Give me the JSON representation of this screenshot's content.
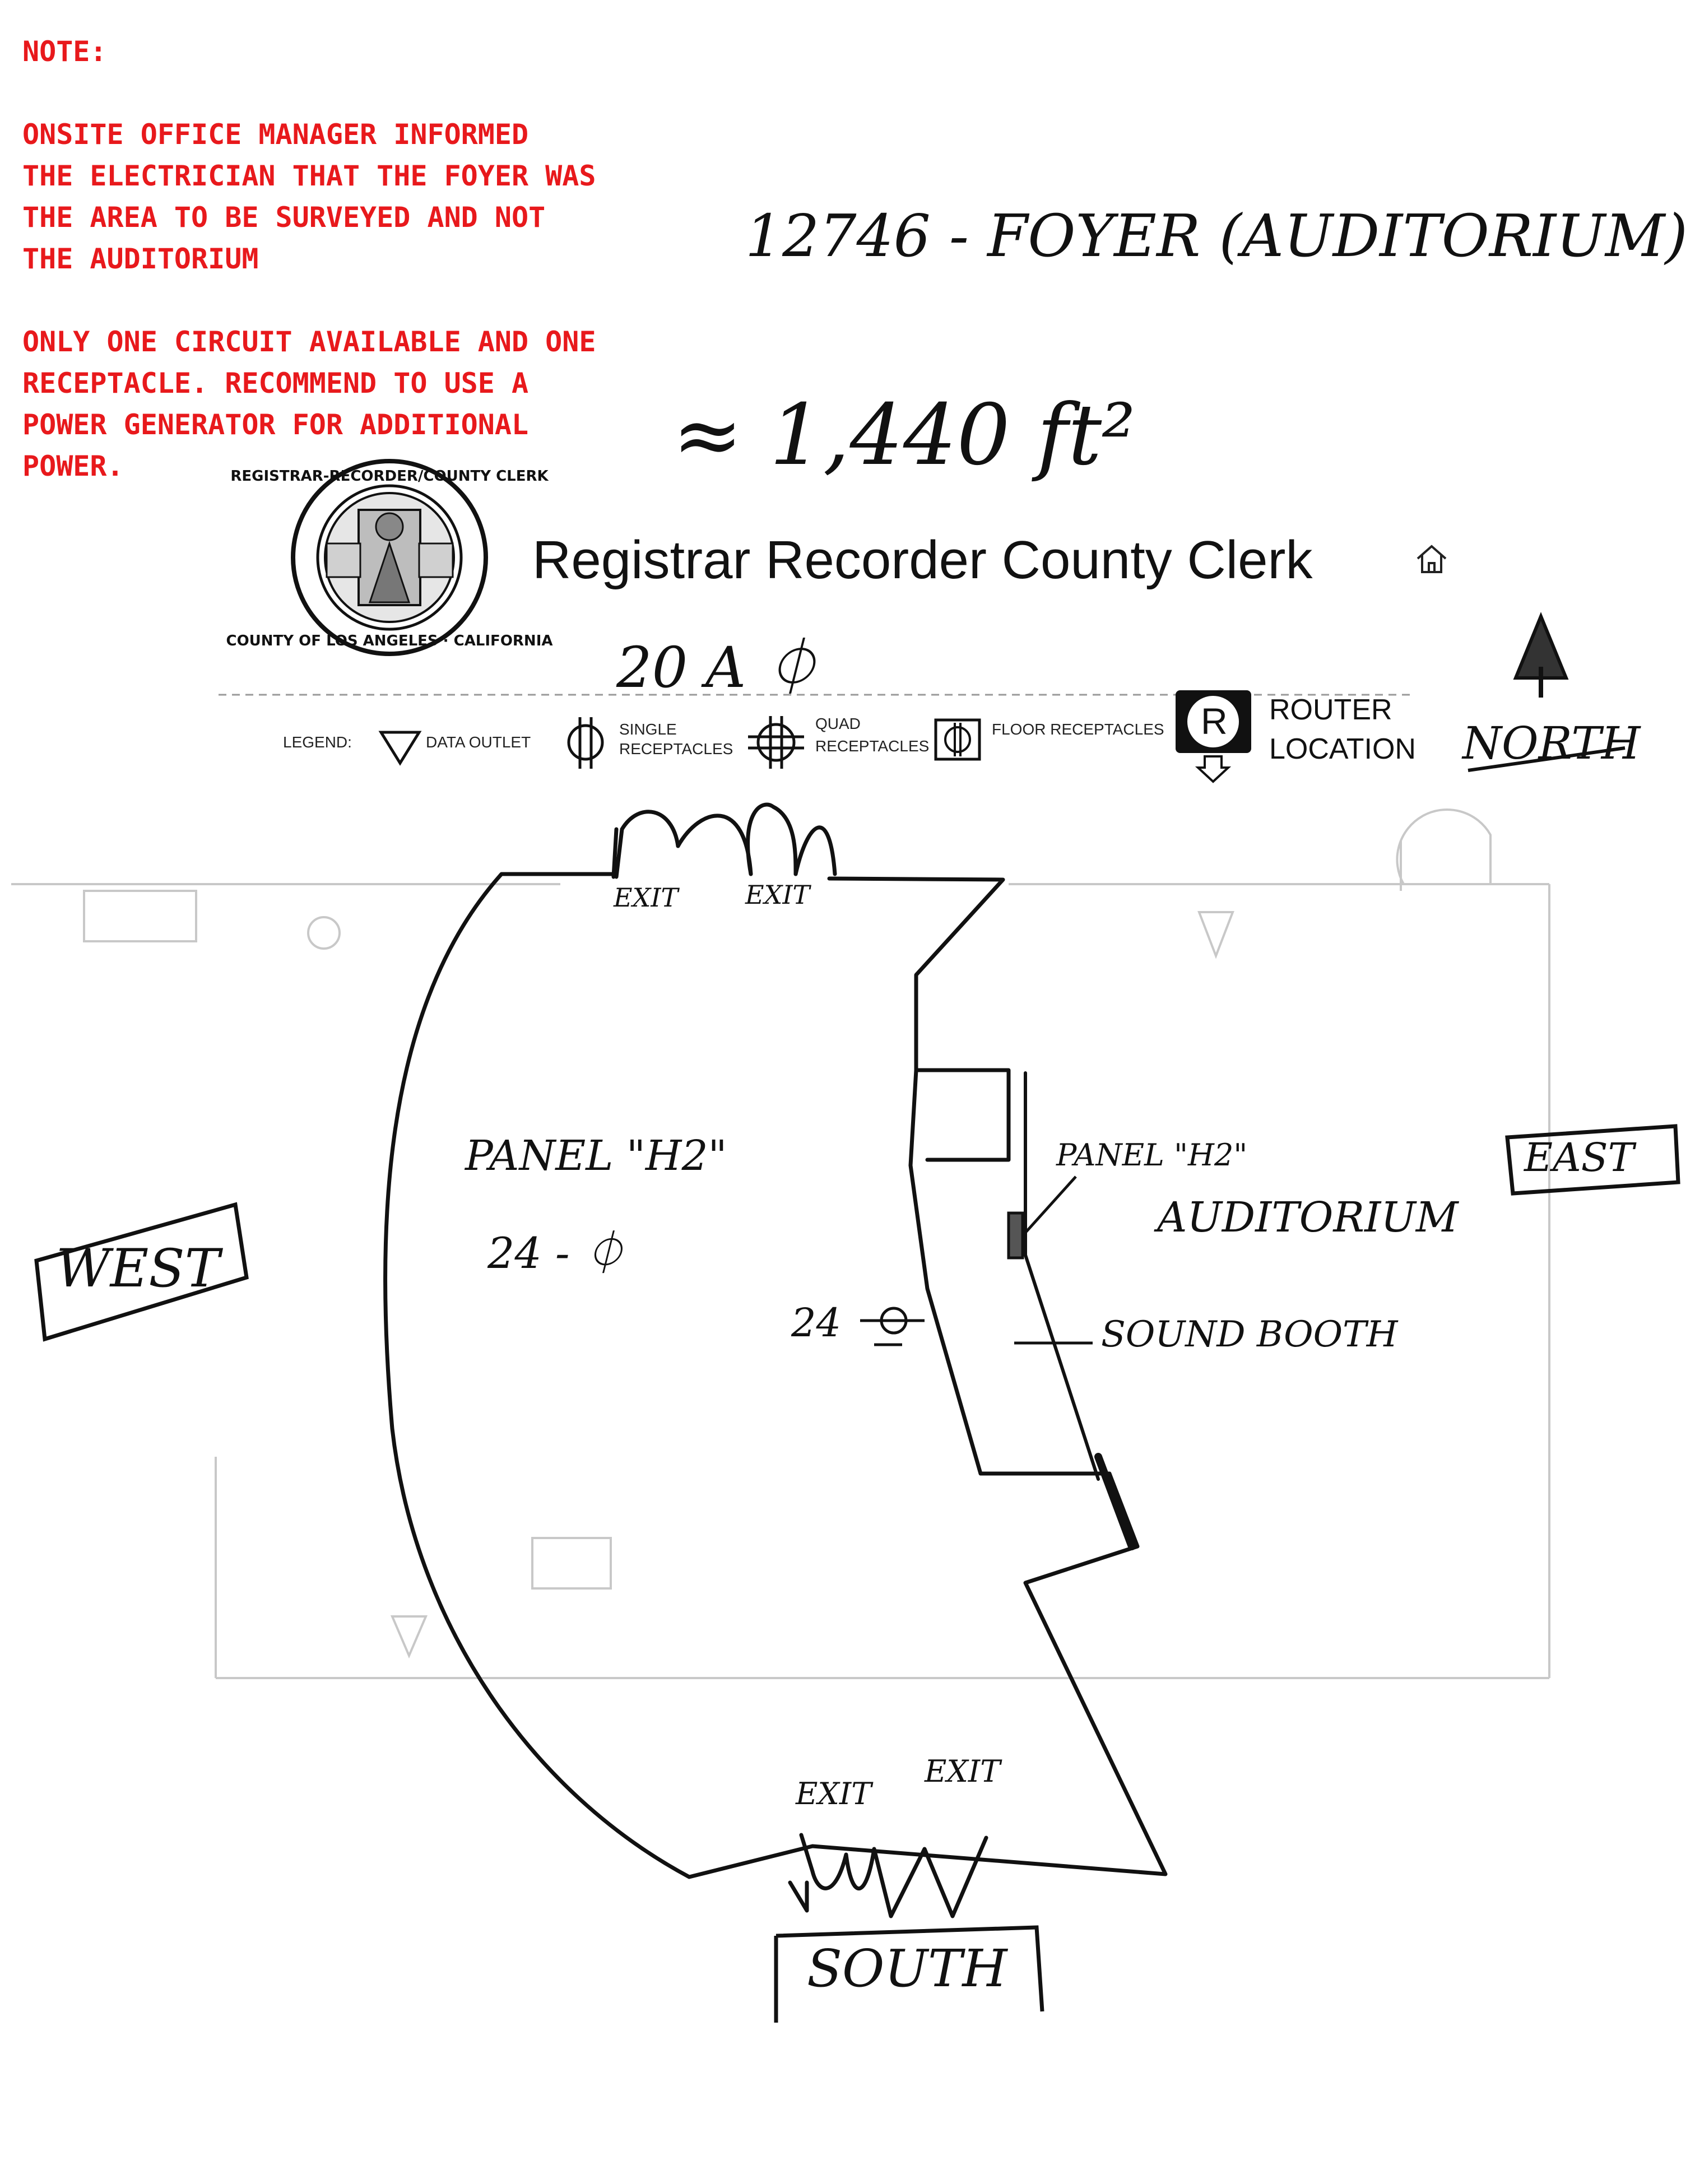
{
  "note": {
    "heading": "NOTE:",
    "para1": [
      "ONSITE OFFICE MANAGER INFORMED",
      "THE ELECTRICIAN THAT THE FOYER WAS",
      "THE AREA TO BE SURVEYED AND NOT",
      "THE AUDITORIUM"
    ],
    "para2": [
      "ONLY ONE CIRCUIT AVAILABLE AND ONE",
      "RECEPTACLE. RECOMMEND TO USE A",
      "POWER GENERATOR FOR ADDITIONAL",
      "POWER."
    ]
  },
  "handwriting": {
    "site": "12746 - FOYER (AUDITORIUM)",
    "area": "≈ 1,440 ft²",
    "circuit": "20 A ⏀",
    "panel_left": "PANEL \"H2\"",
    "panel_left_circuit": "24 - ⏀",
    "panel_right": "PANEL \"H2\"",
    "auditorium": "AUDITORIUM",
    "sound_booth": "SOUND BOOTH",
    "outlet_number": "24",
    "exit_top_1": "EXIT",
    "exit_top_2": "EXIT",
    "exit_bottom_1": "EXIT",
    "exit_bottom_2": "EXIT",
    "north": "NORTH",
    "east": "EAST",
    "west": "WEST",
    "south": "SOUTH"
  },
  "header": {
    "title": "Registrar Recorder County Clerk"
  },
  "seal": {
    "text": "REGISTRAR-RECORDER/COUNTY CLERK · COUNTY OF LOS ANGELES · CALIFORNIA"
  },
  "legend": {
    "label": "LEGEND:",
    "data_outlet": "DATA OUTLET",
    "single_receptacles": [
      "SINGLE",
      "RECEPTACLES"
    ],
    "quad_receptacles": [
      "QUAD",
      "RECEPTACLES"
    ],
    "floor_receptacles": "FLOOR RECEPTACLES",
    "router": [
      "ROUTER",
      "LOCATION"
    ],
    "router_symbol": "R"
  }
}
